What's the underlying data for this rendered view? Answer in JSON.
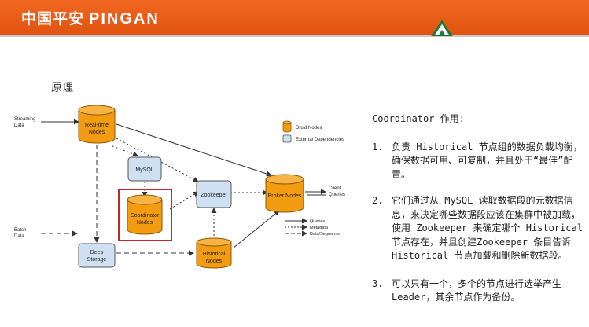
{
  "header": {
    "logo_cn": "中国平安",
    "logo_en": "PINGAN",
    "brand_color": "#f26722"
  },
  "section_title": "原理",
  "diagram": {
    "inputs": {
      "streaming_line1": "Streaming",
      "streaming_line2": "Data",
      "batch_line1": "Batch",
      "batch_line2": "Data"
    },
    "nodes": {
      "realtime_line1": "Real-time",
      "realtime_line2": "Nodes",
      "mysql": "MySQL",
      "coordinator_line1": "Coordinator",
      "coordinator_line2": "Nodes",
      "zookeeper": "Zookeeper",
      "broker": "Broker Nodes",
      "historical_line1": "Historical",
      "historical_line2": "Nodes",
      "deep_line1": "Deep",
      "deep_line2": "Storage"
    },
    "outputs": {
      "client_line1": "Client",
      "client_line2": "Queries"
    },
    "legend": {
      "druid_nodes": "Druid Nodes",
      "external": "External Dependencies",
      "queries": "Queries",
      "metadata": "Metadata",
      "data_segments": "Data/Segments"
    },
    "colors": {
      "druid": "#f39c12",
      "external": "#cfe0f3",
      "highlight": "#c0282d"
    }
  },
  "right_panel": {
    "heading": "Coordinator 作用:",
    "items": [
      {
        "num": "1.",
        "text": "负责 Historical 节点组的数据负载均衡，确保数据可用、可复制，并且处于“最佳”配置。"
      },
      {
        "num": "2.",
        "text": "它们通过从 MySQL 读取数据段的元数据信息，来决定哪些数据段应该在集群中被加载，使用 Zookeeper 来确定哪个 Historical 节点存在，并且创建Zookeeper 条目告诉 Historical 节点加载和删除新数据段。"
      },
      {
        "num": "3.",
        "text": "可以只有一个，多个的节点进行选举产生 Leader，其余节点作为备份。"
      }
    ]
  }
}
